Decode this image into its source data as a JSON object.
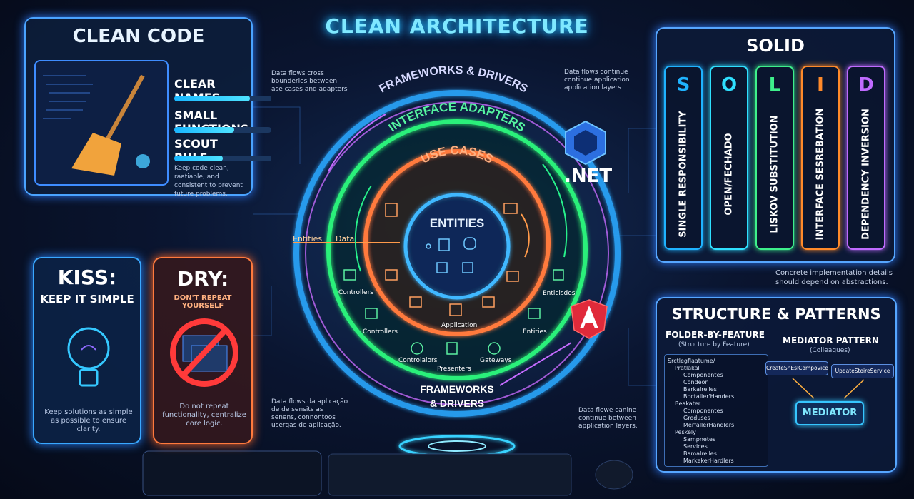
{
  "title": "CLEAN ARCHITECTURE",
  "clean_code": {
    "heading": "CLEAN CODE",
    "items": [
      "CLEAR NAMES",
      "SMALL FUNCTIONS",
      "SCOUT RULE"
    ],
    "progress": [
      0.78,
      0.62,
      0.5
    ],
    "note": "Keep code clean, raatiable, and consistent to prevent future problems."
  },
  "kiss": {
    "heading": "KISS:",
    "subheading": "KEEP IT SIMPLE",
    "note": "Keep solutions as simple as possible to ensure clarity."
  },
  "dry": {
    "heading": "DRY:",
    "subheading": "DON'T REPEAT YOURSELF",
    "note": "Do not repeat functionality, centralize core logic."
  },
  "rings": {
    "outer_top": "FRAMEWORKS & DRIVERS",
    "adapters": "INTERFACE ADAPTERS",
    "use_cases": "USE CASES",
    "entities": "ENTITIES",
    "outer_bottom": "FRAMEWORKS & DRIVERS",
    "labels": {
      "controllers_1": "Controllers",
      "controllers_2": "Controllers",
      "entities_right": "Enticisdes",
      "entities_right2": "Entities",
      "application": "Application",
      "controlalors": "Controlalors",
      "presenters": "Presenters",
      "gateways": "Gateways",
      "entities_flow": "Entities",
      "data_flow": "Data"
    }
  },
  "annotations": {
    "top_left": "Data flows cross bounderies between ase cases and adapters",
    "top_right": "Data flows continue continue application application layers",
    "bottom_left": "Data flows da aplicação de de sensits as senens, connontoos usergas de aplicação.",
    "bottom_right": "Data flowe canine continue between application layers.",
    "solid_note": "Concrete implementation details should depend on abstractions."
  },
  "dotnet_label": ".NET",
  "solid": {
    "heading": "SOLID",
    "principles": [
      {
        "letter": "S",
        "name": "SINGLE RESPONSIBILITY",
        "color": "#1fb3ff"
      },
      {
        "letter": "O",
        "name": "OPEN/FECHADO",
        "color": "#2fe0ff"
      },
      {
        "letter": "L",
        "name": "LISKOV SUBSTITUTION",
        "color": "#3ef08b"
      },
      {
        "letter": "I",
        "name": "INTERFACE SESREBATION",
        "color": "#ff8a2a"
      },
      {
        "letter": "D",
        "name": "DEPENDENCY INVERSION",
        "color": "#c06bff"
      }
    ]
  },
  "structure": {
    "heading": "STRUCTURE & PATTERNS",
    "folder_title": "FOLDER-BY-FEATURE",
    "folder_sub": "(Structure by Feature)",
    "tree": [
      "Srctlegflaatume/",
      "Pratlakal",
      "Componentes",
      "Condeon",
      "Barkalrelles",
      "Boctaller'Handers",
      "Beakater",
      "Componentes",
      "Groduses",
      "MerfallerHandlers",
      "Peskely",
      "Sampnetes",
      "Services",
      "Bamalrelles",
      "MarkekerHardlers"
    ],
    "mediator_title": "MEDIATOR PATTERN",
    "mediator_sub": "(Colleagues)",
    "colleague_1": "CreateSnEslCompovice",
    "colleague_2": "UpdateStoireService",
    "mediator": "MEDIATOR"
  },
  "colors": {
    "accent": "#7fe8ff",
    "orange": "#ff7a3d",
    "green": "#3ef08b",
    "purple": "#c06bff",
    "blue": "#4aa3ff"
  }
}
